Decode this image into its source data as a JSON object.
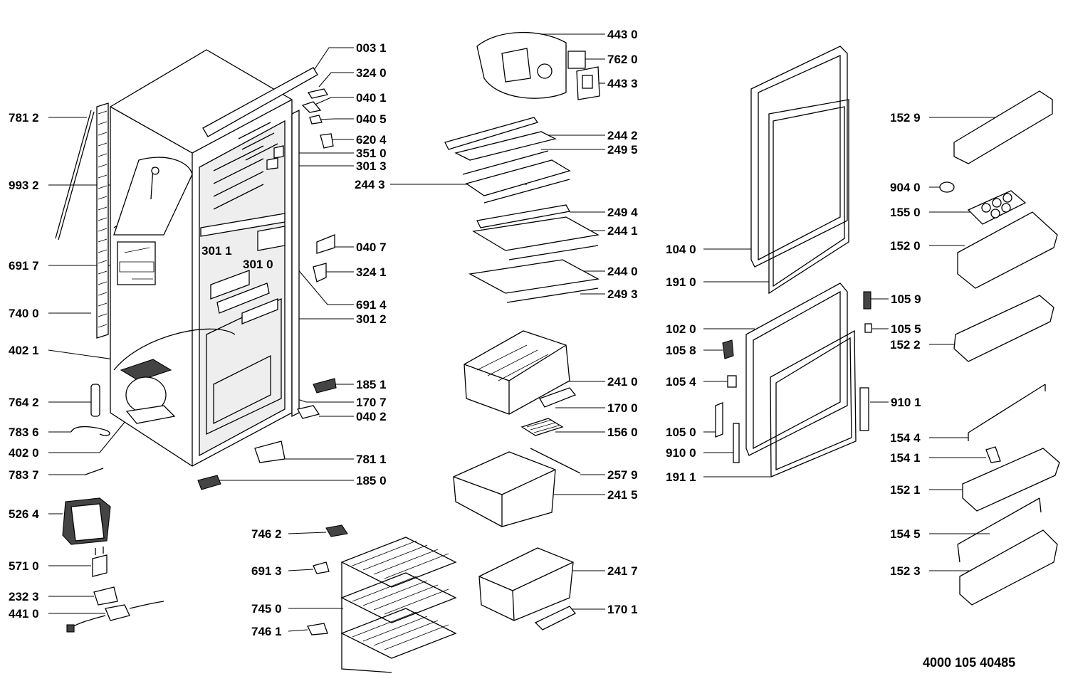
{
  "diagram": {
    "document_number": "4000 105 40485",
    "labels": [
      {
        "id": "l0031",
        "text": "003 1"
      },
      {
        "id": "l3240",
        "text": "324 0"
      },
      {
        "id": "l0401",
        "text": "040 1"
      },
      {
        "id": "l0405",
        "text": "040 5"
      },
      {
        "id": "l6204",
        "text": "620 4"
      },
      {
        "id": "l3510",
        "text": "351 0"
      },
      {
        "id": "l3013",
        "text": "301 3"
      },
      {
        "id": "l0407",
        "text": "040 7"
      },
      {
        "id": "l3241",
        "text": "324 1"
      },
      {
        "id": "l6914",
        "text": "691 4"
      },
      {
        "id": "l3012",
        "text": "301 2"
      },
      {
        "id": "l1851",
        "text": "185 1"
      },
      {
        "id": "l1707",
        "text": "170 7"
      },
      {
        "id": "l0402",
        "text": "040 2"
      },
      {
        "id": "l7811",
        "text": "781 1"
      },
      {
        "id": "l1850",
        "text": "185 0"
      },
      {
        "id": "l3011",
        "text": "301 1"
      },
      {
        "id": "l3010",
        "text": "301 0"
      },
      {
        "id": "l7812",
        "text": "781 2"
      },
      {
        "id": "l9932",
        "text": "993 2"
      },
      {
        "id": "l6917",
        "text": "691 7"
      },
      {
        "id": "l7400",
        "text": "740 0"
      },
      {
        "id": "l4021",
        "text": "402 1"
      },
      {
        "id": "l7642",
        "text": "764 2"
      },
      {
        "id": "l7836",
        "text": "783 6"
      },
      {
        "id": "l4020",
        "text": "402 0"
      },
      {
        "id": "l7837",
        "text": "783 7"
      },
      {
        "id": "l5264",
        "text": "526 4"
      },
      {
        "id": "l5710",
        "text": "571 0"
      },
      {
        "id": "l2323",
        "text": "232 3"
      },
      {
        "id": "l4410",
        "text": "441 0"
      },
      {
        "id": "l4430",
        "text": "443 0"
      },
      {
        "id": "l7620",
        "text": "762 0"
      },
      {
        "id": "l4433",
        "text": "443 3"
      },
      {
        "id": "l2442",
        "text": "244 2"
      },
      {
        "id": "l2495",
        "text": "249 5"
      },
      {
        "id": "l2443",
        "text": "244 3"
      },
      {
        "id": "l2494",
        "text": "249 4"
      },
      {
        "id": "l2441",
        "text": "244 1"
      },
      {
        "id": "l2440",
        "text": "244 0"
      },
      {
        "id": "l2493",
        "text": "249 3"
      },
      {
        "id": "l2410",
        "text": "241 0"
      },
      {
        "id": "l1700",
        "text": "170 0"
      },
      {
        "id": "l1560",
        "text": "156 0"
      },
      {
        "id": "l2579",
        "text": "257 9"
      },
      {
        "id": "l2415",
        "text": "241 5"
      },
      {
        "id": "l7462",
        "text": "746 2"
      },
      {
        "id": "l6913",
        "text": "691 3"
      },
      {
        "id": "l7450",
        "text": "745 0"
      },
      {
        "id": "l7461",
        "text": "746 1"
      },
      {
        "id": "l2417",
        "text": "241 7"
      },
      {
        "id": "l1701",
        "text": "170 1"
      },
      {
        "id": "l1040",
        "text": "104 0"
      },
      {
        "id": "l1910",
        "text": "191 0"
      },
      {
        "id": "l1020",
        "text": "102 0"
      },
      {
        "id": "l1058",
        "text": "105 8"
      },
      {
        "id": "l1054",
        "text": "105 4"
      },
      {
        "id": "l1050",
        "text": "105 0"
      },
      {
        "id": "l9100",
        "text": "910 0"
      },
      {
        "id": "l1911",
        "text": "191 1"
      },
      {
        "id": "l1529",
        "text": "152 9"
      },
      {
        "id": "l9040",
        "text": "904 0"
      },
      {
        "id": "l1550",
        "text": "155 0"
      },
      {
        "id": "l1520",
        "text": "152 0"
      },
      {
        "id": "l1059",
        "text": "105 9"
      },
      {
        "id": "l1055",
        "text": "105 5"
      },
      {
        "id": "l1522",
        "text": "152 2"
      },
      {
        "id": "l9101",
        "text": "910 1"
      },
      {
        "id": "l1544",
        "text": "154 4"
      },
      {
        "id": "l1541",
        "text": "154 1"
      },
      {
        "id": "l1521",
        "text": "152 1"
      },
      {
        "id": "l1545",
        "text": "154 5"
      },
      {
        "id": "l1523",
        "text": "152 3"
      }
    ]
  }
}
